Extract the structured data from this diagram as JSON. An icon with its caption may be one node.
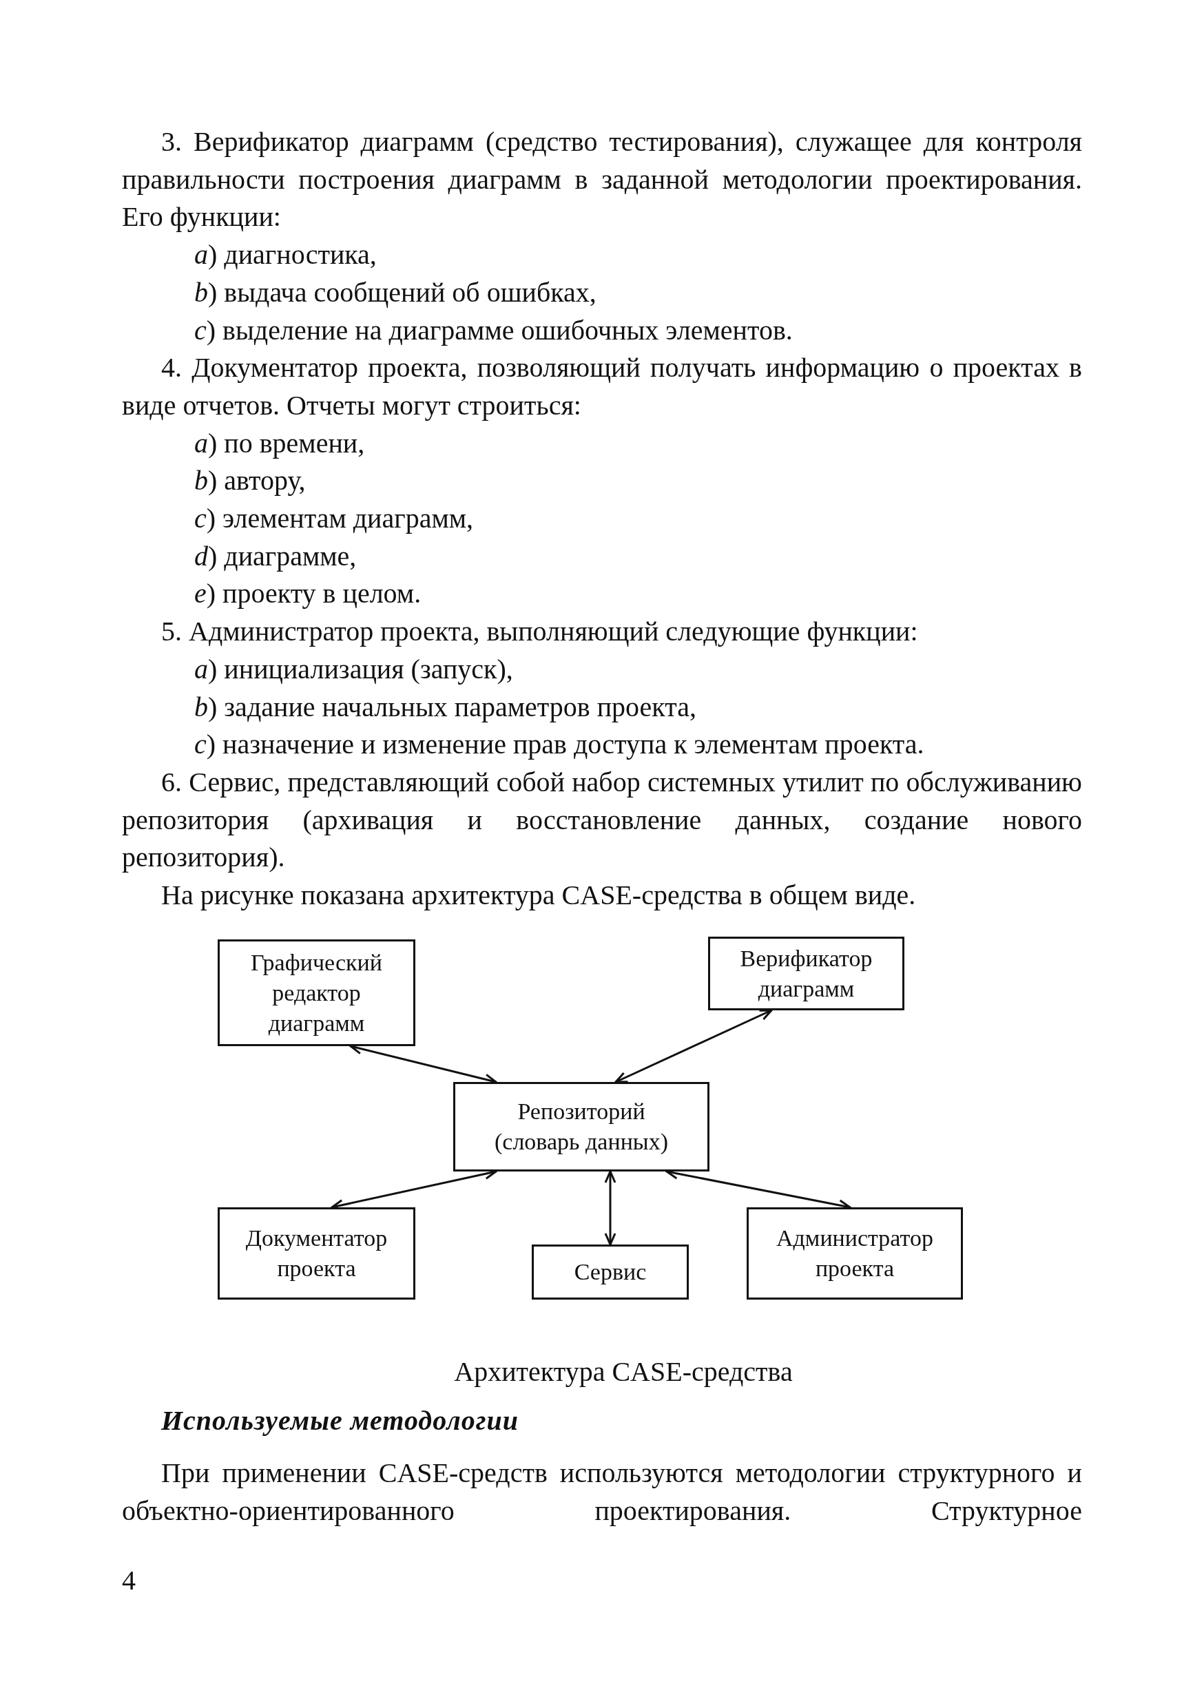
{
  "diagram": {
    "caption": "Архитектура CASE-средства",
    "nodes": [
      {
        "text": [
          "Графический редактор диаграмм"
        ]
      },
      {
        "text": [
          "Верификатор диаграмм"
        ]
      },
      {
        "text": [
          "Репозиторий (словарь данных)"
        ]
      },
      {
        "text": [
          "Документатор проекта"
        ]
      },
      {
        "text": [
          "Сервис"
        ]
      },
      {
        "text": [
          "Администратор проекта"
        ]
      }
    ],
    "edges": [
      {
        "from": 0,
        "to": 2,
        "arrow": "both"
      },
      {
        "from": 1,
        "to": 2,
        "arrow": "both"
      },
      {
        "from": 3,
        "to": 2,
        "arrow": "both"
      },
      {
        "from": 4,
        "to": 2,
        "arrow": "both"
      },
      {
        "from": 5,
        "to": 2,
        "arrow": "both"
      }
    ],
    "labels": [
      "3. Верификатор диаграмм (средство тестирования), служащее для контроля правильности построения диаграмм в заданной методологии проектирования. Его функции:",
      "*a*) диагностика,",
      "*b*) выдача сообщений об ошибках,",
      "*c*) выделение на диаграмме ошибочных элементов.",
      "4. Документатор проекта, позволяющий получать информацию о проектах в виде отчетов. Отчеты могут строиться:",
      "*a*) по времени,",
      "*b*) автору,",
      "*c*) элементам диаграмм,",
      "*d*) диаграмме,",
      "*e*) проекту в целом.",
      "5. Администратор проекта, выполняющий следующие функции:",
      "*a*) инициализация (запуск),",
      "*b*) задание начальных параметров проекта,",
      "*c*) назначение и изменение прав доступа к элементам проекта.",
      "6. Сервис, представляющий собой набор системных утилит по обслуживанию репозитория (архивация и восстановление данных, создание нового репозитория).",
      "На рисунке показана архитектура CASE-средства в общем виде.",
      "Используемые методологии",
      "При применении CASE-средств используются методологии структурного и объектно-ориентированного проектирования. Структурное",
      "4"
    ]
  }
}
